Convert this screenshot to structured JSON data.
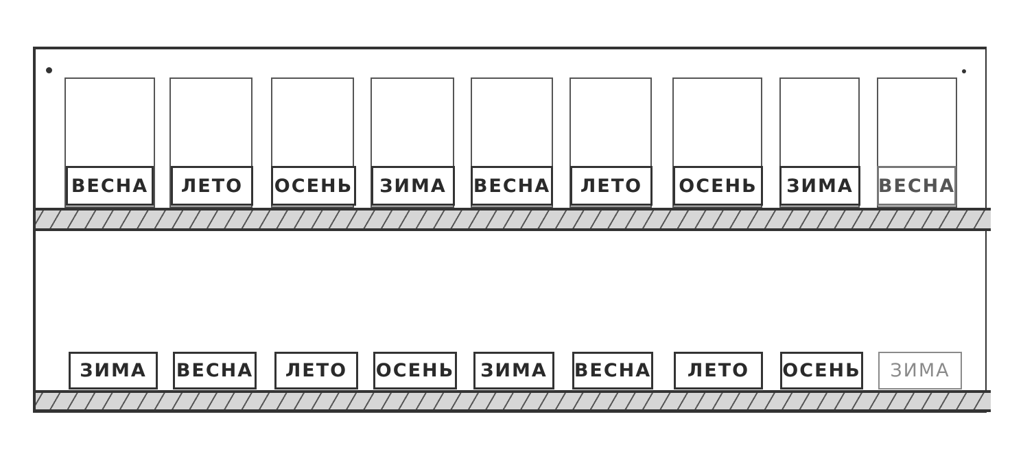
{
  "shelf_top": {
    "labels": [
      "ВЕСНА",
      "ЛЕТО",
      "ОСЕНЬ",
      "ЗИМА",
      "ВЕСНА",
      "ЛЕТО",
      "ОСЕНЬ",
      "ЗИМА",
      "ВЕСНА"
    ]
  },
  "shelf_bottom": {
    "labels": [
      "ЗИМА",
      "ВЕСНА",
      "ЛЕТО",
      "ОСЕНЬ",
      "ЗИМА",
      "ВЕСНА",
      "ЛЕТО",
      "ОСЕНЬ",
      "ЗИМА"
    ]
  },
  "colors": {
    "line": "#333333",
    "hatch": "#555555",
    "shelf_fill": "#d6d6d6"
  }
}
